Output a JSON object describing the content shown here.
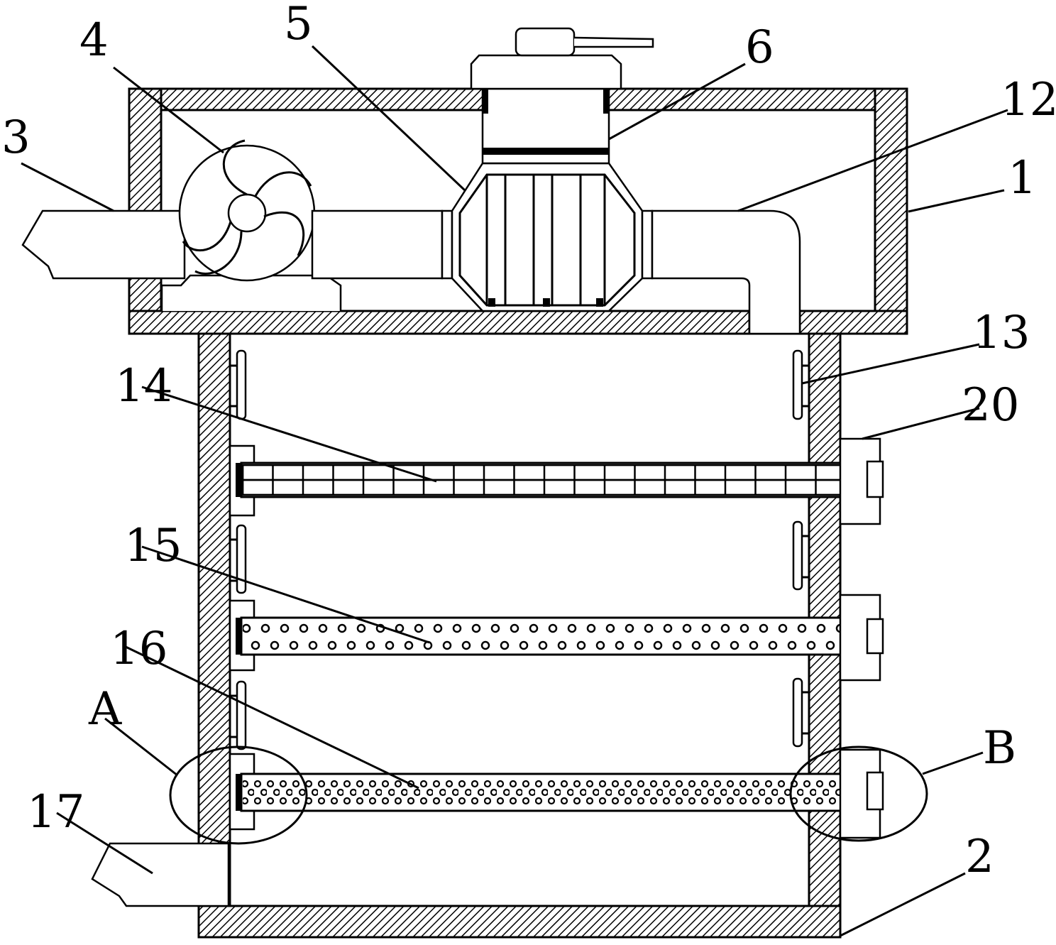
{
  "labels": {
    "l1": "1",
    "l2": "2",
    "l3": "3",
    "l4": "4",
    "l5": "5",
    "l6": "6",
    "l12": "12",
    "l13": "13",
    "l14": "14",
    "l15": "15",
    "l16": "16",
    "l17": "17",
    "l20": "20",
    "lA": "A",
    "lB": "B"
  }
}
